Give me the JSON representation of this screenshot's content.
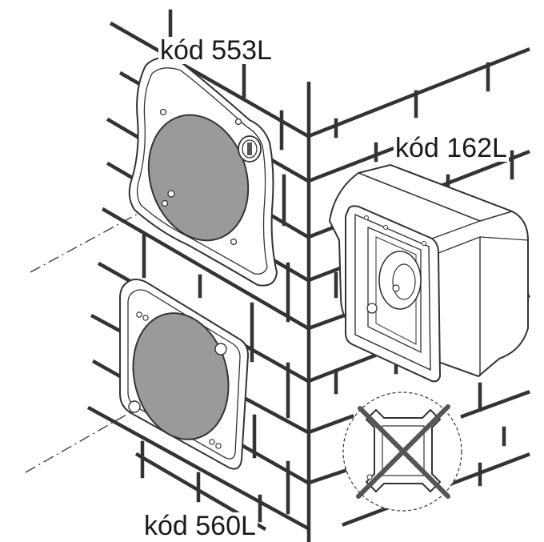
{
  "labels": {
    "code_553": "kód 553L",
    "code_162": "kód 162L",
    "code_560": "kód 560L"
  },
  "colors": {
    "line": "#333333",
    "lens_fill": "#9a9a9a",
    "paper": "#ffffff",
    "cross": "#555555"
  },
  "icons": {
    "brick_wall": "brick-wall-icon",
    "prohibited": "cross-out-icon"
  }
}
